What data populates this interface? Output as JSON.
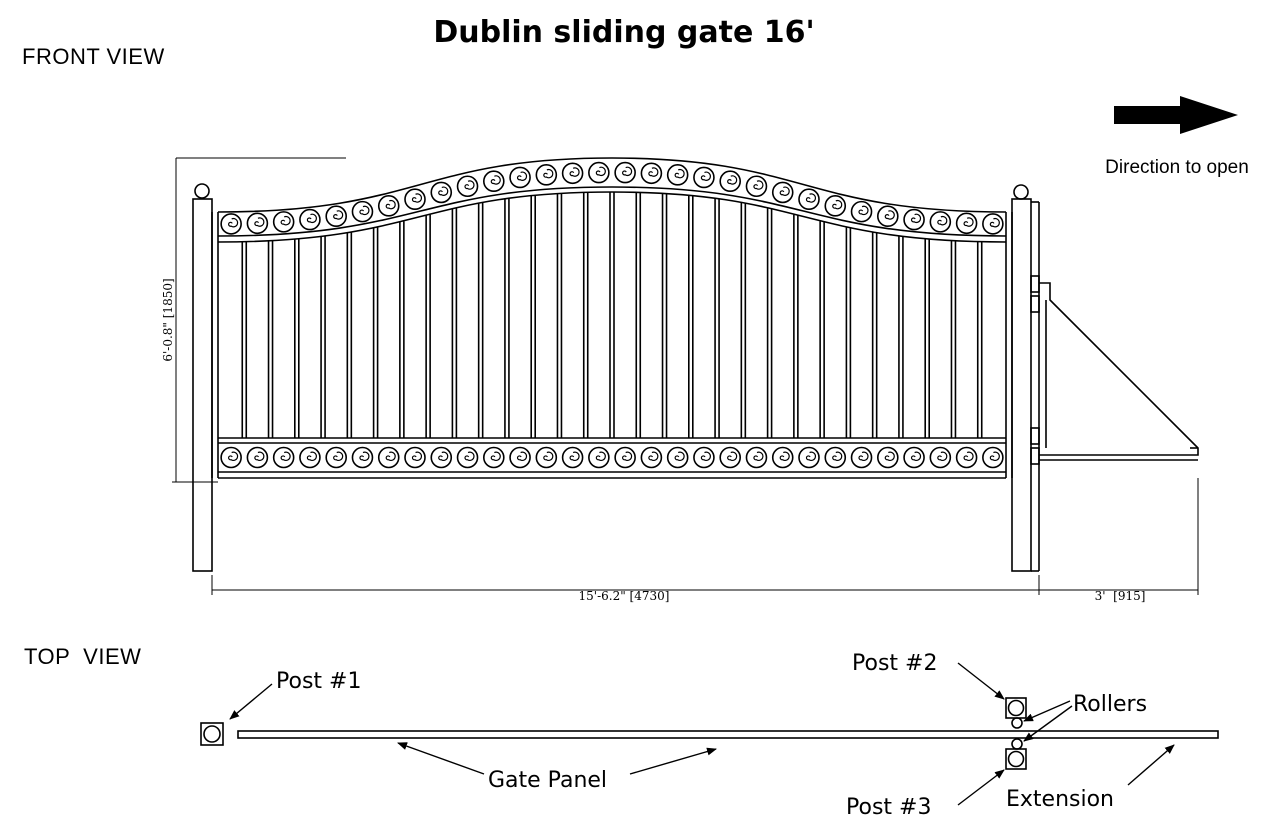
{
  "title": "Dublin sliding gate 16'",
  "front_view_label": "FRONT VIEW",
  "top_view_label": "TOP  VIEW",
  "direction_label": "Direction to open",
  "dimensions": {
    "height": "6'-0.8\" [1850]",
    "panel_width": "15'-6.2\" [4730]",
    "extension_width": "3'  [915]"
  },
  "callouts": {
    "post1": "Post #1",
    "post2": "Post #2",
    "post3": "Post #3",
    "rollers": "Rollers",
    "gate_panel": "Gate Panel",
    "extension": "Extension"
  },
  "colors": {
    "line": "#000000",
    "background": "#ffffff"
  }
}
